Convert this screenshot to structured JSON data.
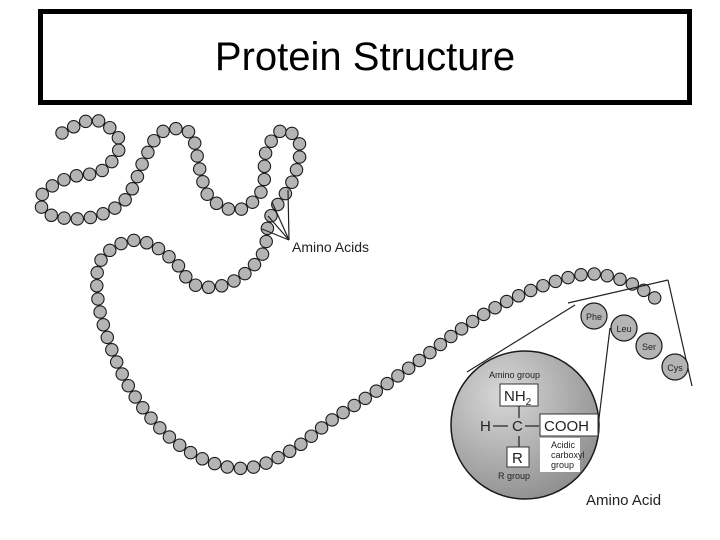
{
  "slide": {
    "title": "Protein Structure"
  },
  "labels": {
    "amino_acids": "Amino Acids",
    "amino_acid": "Amino Acid",
    "amino_group": "Amino group",
    "nh2_main": "NH",
    "nh2_sub": "2",
    "h": "H",
    "c": "C",
    "cooh": "COOH",
    "r": "R",
    "acidic_line1": "Acidic",
    "acidic_line2": "carboxyl",
    "acidic_line3": "group",
    "r_group": "R group"
  },
  "residues": [
    "Phe",
    "Leu",
    "Ser",
    "Cys"
  ],
  "colors": {
    "bead_fill": "#b4b4b4",
    "bead_stroke": "#1a1a1a",
    "sphere_fill": "#a8a8a8"
  }
}
